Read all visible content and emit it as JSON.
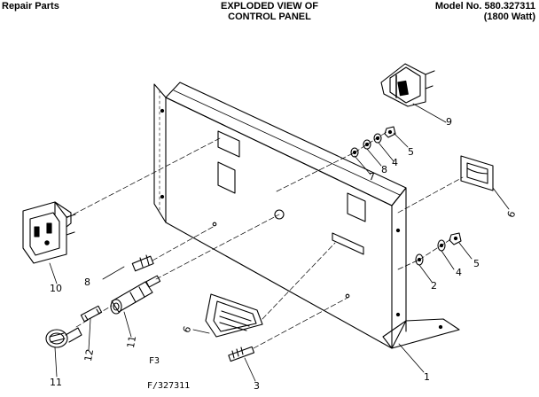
{
  "header": {
    "left": "Repair Parts",
    "center_line1": "EXPLODED VIEW OF",
    "center_line2": "CONTROL PANEL",
    "right_line1": "Model No. 580.327311",
    "right_line2": "(1800 Watt)"
  },
  "callouts": {
    "c1": "1",
    "c2a": "2",
    "c3": "3",
    "c4a": "4",
    "c4b": "4",
    "c5a": "5",
    "c5b": "5",
    "c6a": "6",
    "c6b": "6",
    "c7": "7",
    "c8a": "8",
    "c8b": "8",
    "c9": "9",
    "c10": "10",
    "c11a": "11",
    "c11b": "11",
    "c12": "12"
  },
  "footer": {
    "fig": "F3",
    "drawing_no": "F/327311"
  },
  "colors": {
    "ink": "#000000",
    "paper": "#ffffff"
  }
}
